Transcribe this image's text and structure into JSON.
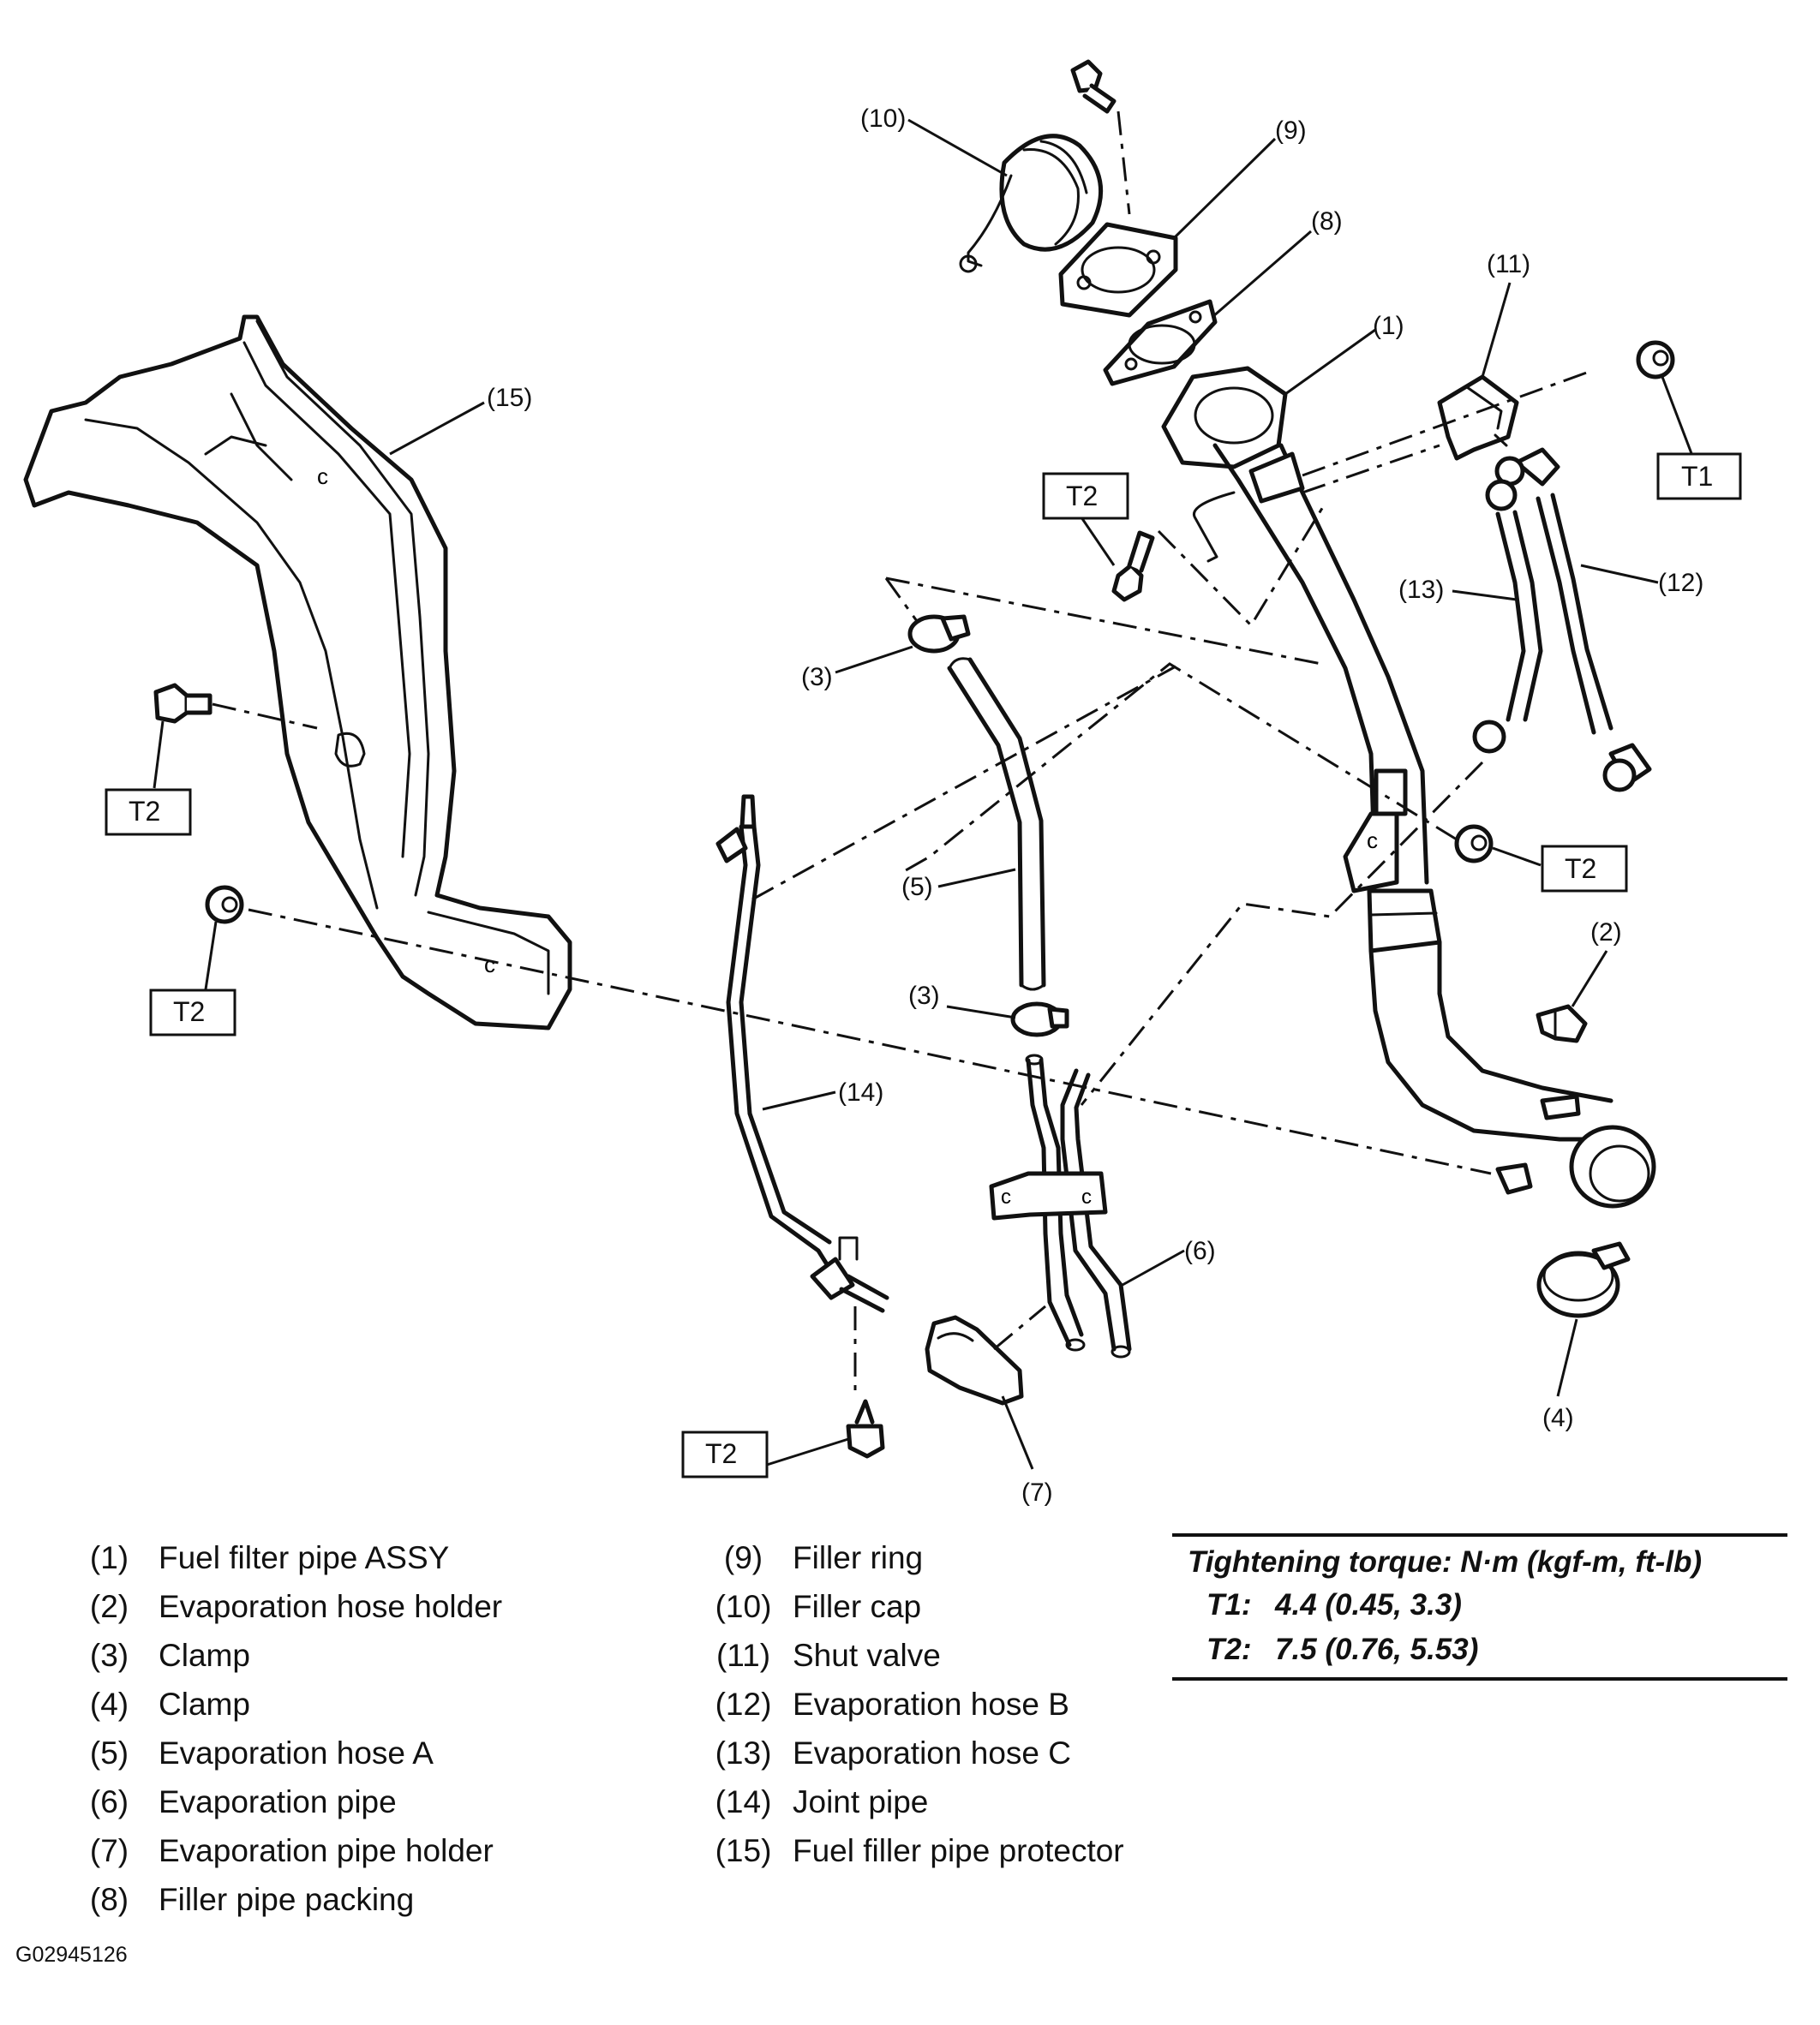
{
  "callouts": {
    "c1": "(1)",
    "c2": "(2)",
    "c3a": "(3)",
    "c3b": "(3)",
    "c4": "(4)",
    "c5": "(5)",
    "c6": "(6)",
    "c7": "(7)",
    "c8": "(8)",
    "c9": "(9)",
    "c10": "(10)",
    "c11": "(11)",
    "c12": "(12)",
    "c13": "(13)",
    "c14": "(14)",
    "c15": "(15)"
  },
  "torque_tags": {
    "t1": "T1",
    "t2_top": "T2",
    "t2_left_upper": "T2",
    "t2_left_lower": "T2",
    "t2_right": "T2",
    "t2_bottom": "T2"
  },
  "legend": {
    "column_a": [
      {
        "num": "(1)",
        "label": "Fuel filter pipe ASSY"
      },
      {
        "num": "(2)",
        "label": "Evaporation hose holder"
      },
      {
        "num": "(3)",
        "label": "Clamp"
      },
      {
        "num": "(4)",
        "label": "Clamp"
      },
      {
        "num": "(5)",
        "label": "Evaporation hose A"
      },
      {
        "num": "(6)",
        "label": "Evaporation pipe"
      },
      {
        "num": "(7)",
        "label": "Evaporation pipe holder"
      },
      {
        "num": "(8)",
        "label": "Filler pipe packing"
      }
    ],
    "column_b": [
      {
        "num": "(9)",
        "label": "Filler ring"
      },
      {
        "num": "(10)",
        "label": "Filler cap"
      },
      {
        "num": "(11)",
        "label": "Shut valve"
      },
      {
        "num": "(12)",
        "label": "Evaporation hose B"
      },
      {
        "num": "(13)",
        "label": "Evaporation hose C"
      },
      {
        "num": "(14)",
        "label": "Joint pipe"
      },
      {
        "num": "(15)",
        "label": "Fuel filler pipe protector"
      }
    ]
  },
  "torque": {
    "title": "Tightening torque: N·m (kgf-m, ft-lb)",
    "rows": [
      {
        "code": "T1:",
        "value": "4.4 (0.45, 3.3)"
      },
      {
        "code": "T2:",
        "value": "7.5 (0.76, 5.53)"
      }
    ]
  },
  "figure_id": "G02945126"
}
